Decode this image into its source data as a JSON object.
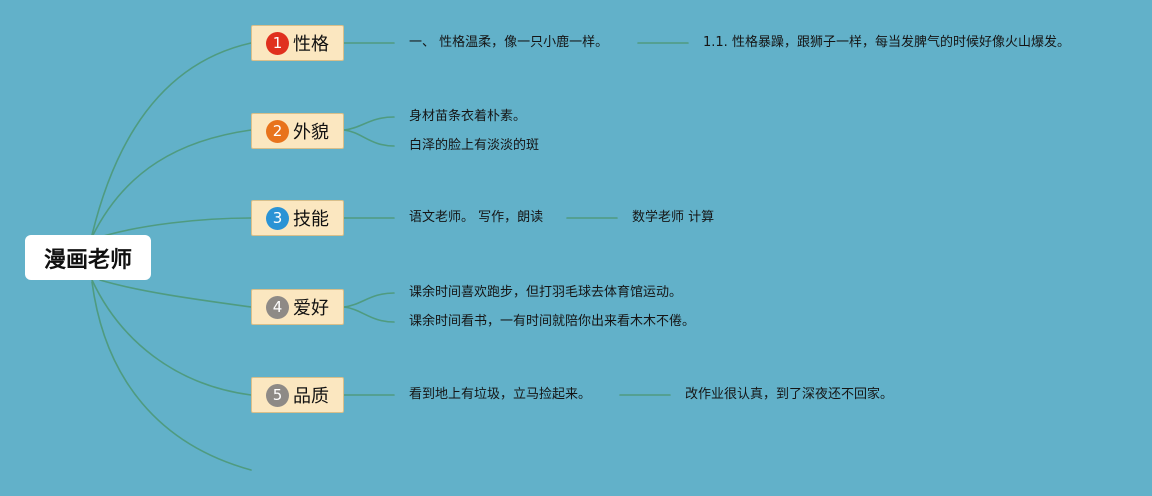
{
  "central": {
    "title": "漫画老师"
  },
  "colors": {
    "background": "#62b1c9",
    "link": "#4f9b80",
    "topic_fill": "#fbe7c0"
  },
  "topics": [
    {
      "number": "1",
      "label": "性格",
      "badge_color": "#e0301e",
      "leaves": [
        "一、 性格温柔，像一只小鹿一样。"
      ],
      "sub_leaf": "1.1. 性格暴躁，跟狮子一样，每当发脾气的时候好像火山爆发。"
    },
    {
      "number": "2",
      "label": "外貌",
      "badge_color": "#e8731c",
      "leaves": [
        "身材苗条衣着朴素。",
        "白泽的脸上有淡淡的斑"
      ]
    },
    {
      "number": "3",
      "label": "技能",
      "badge_color": "#2a93d5",
      "leaves": [
        "语文老师。 写作，朗读"
      ],
      "sub_leaf": "数学老师 计算"
    },
    {
      "number": "4",
      "label": "爱好",
      "badge_color": "#8e8a86",
      "leaves": [
        "课余时间喜欢跑步，但打羽毛球去体育馆运动。",
        "课余时间看书，一有时间就陪你出来看木木不倦。"
      ]
    },
    {
      "number": "5",
      "label": "品质",
      "badge_color": "#8e8a86",
      "leaves": [
        "看到地上有垃圾，立马捡起来。"
      ],
      "sub_leaf": "改作业很认真，到了深夜还不回家。"
    }
  ]
}
